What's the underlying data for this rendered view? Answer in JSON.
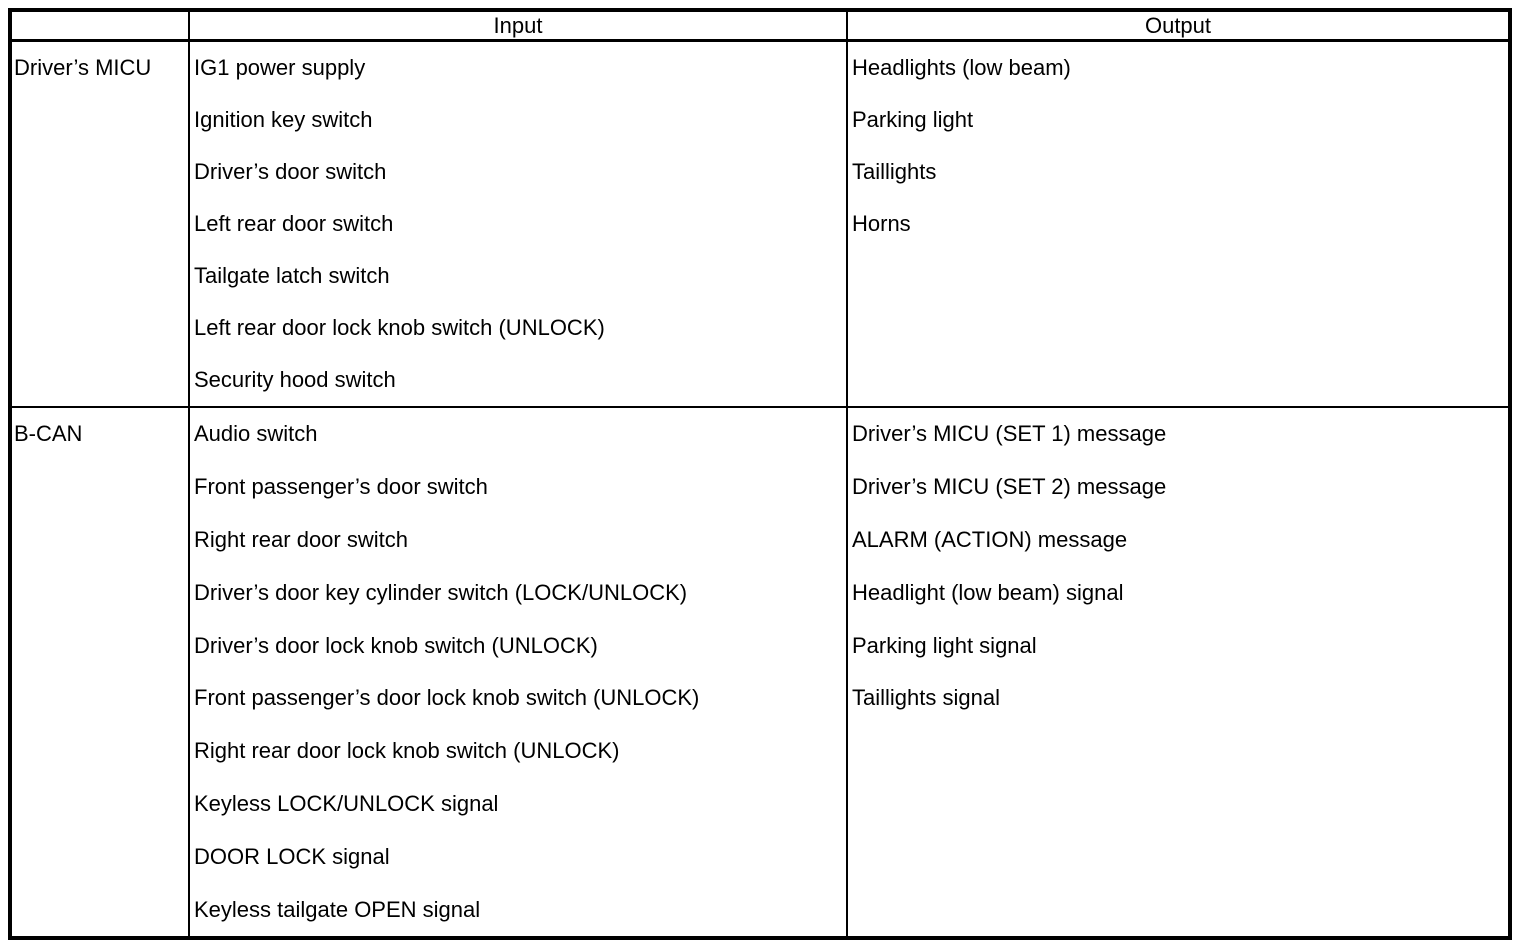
{
  "table": {
    "header": {
      "source_col": "",
      "input": "Input",
      "output": "Output"
    },
    "rows": [
      {
        "source": "Driver’s MICU",
        "inputs": [
          "IG1 power supply",
          "Ignition key switch",
          "Driver’s door switch",
          "Left rear door switch",
          "Tailgate latch switch",
          "Left rear door lock knob switch (UNLOCK)",
          "Security hood switch"
        ],
        "outputs": [
          "Headlights (low beam)",
          "Parking light",
          "Taillights",
          "Horns"
        ]
      },
      {
        "source": "B-CAN",
        "inputs": [
          "Audio switch",
          "Front passenger’s door switch",
          "Right rear door switch",
          "Driver’s door key cylinder switch (LOCK/UNLOCK)",
          "Driver’s door lock knob switch (UNLOCK)",
          "Front passenger’s door lock knob switch (UNLOCK)",
          "Right rear door lock knob switch (UNLOCK)",
          "Keyless LOCK/UNLOCK signal",
          "DOOR LOCK signal",
          "Keyless tailgate OPEN signal"
        ],
        "outputs": [
          "Driver’s MICU (SET 1) message",
          "Driver’s MICU (SET 2) message",
          "ALARM (ACTION) message",
          "Headlight (low beam) signal",
          "Parking light signal",
          "Taillights signal"
        ]
      }
    ]
  },
  "colors": {
    "border": "#000000",
    "text": "#000000",
    "background": "#ffffff"
  }
}
